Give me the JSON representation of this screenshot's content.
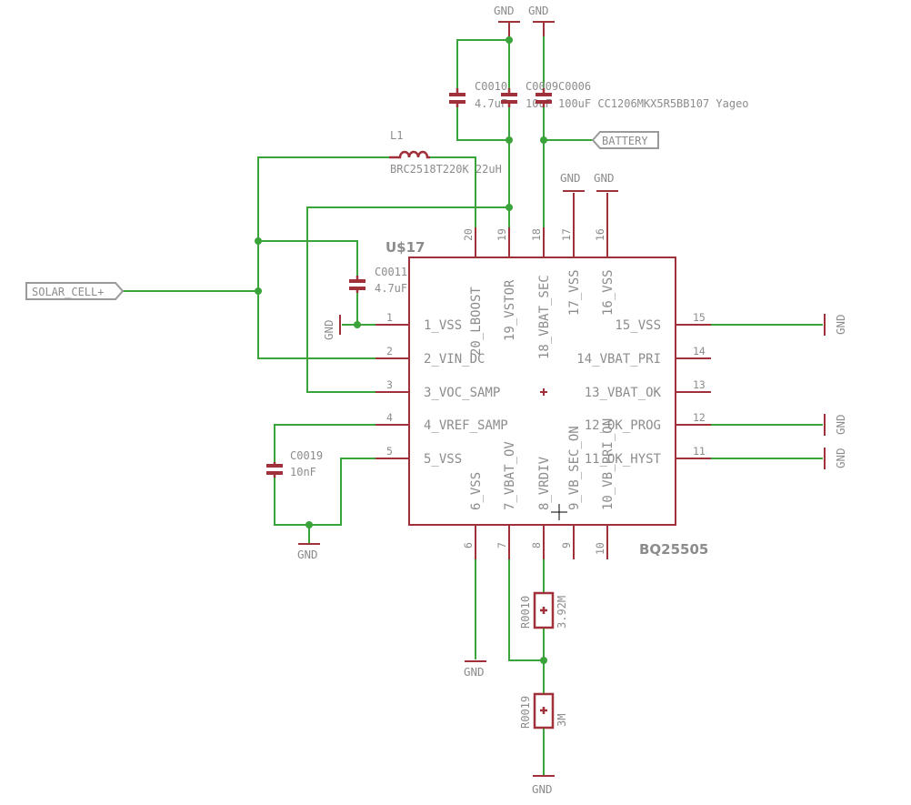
{
  "ic": {
    "refdes": "U$17",
    "part": "BQ25505",
    "pins_left": [
      "1_VSS",
      "2_VIN_DC",
      "3_VOC_SAMP",
      "4_VREF_SAMP",
      "5_VSS"
    ],
    "pins_right": [
      "15_VSS",
      "14_VBAT_PRI",
      "13_VBAT_OK",
      "12_OK_PROG",
      "11_OK_HYST"
    ],
    "pins_top": [
      "20_LBOOST",
      "19_VSTOR",
      "18_VBAT_SEC",
      "17_VSS",
      "16_VSS"
    ],
    "pins_bottom": [
      "6_VSS",
      "7_VBAT_OV",
      "8_VRDIV",
      "9_VB_SEC_ON",
      "10_VB_PRI_ON"
    ],
    "pin_numbers_left": [
      "1",
      "2",
      "3",
      "4",
      "5"
    ],
    "pin_numbers_right": [
      "15",
      "14",
      "13",
      "12",
      "11"
    ],
    "pin_numbers_top": [
      "20",
      "19",
      "18",
      "17",
      "16"
    ],
    "pin_numbers_bottom": [
      "6",
      "7",
      "8",
      "9",
      "10"
    ]
  },
  "components": {
    "c0010": {
      "name": "C0010",
      "value": "4.7uF"
    },
    "c0009": {
      "name": "C0009",
      "value": "10uF"
    },
    "c0006": {
      "name": "C0006",
      "value": "100uF CC1206MKX5R5BB107 Yageo"
    },
    "c0011": {
      "name": "C0011",
      "value": "4.7uF"
    },
    "c0019": {
      "name": "C0019",
      "value": "10nF"
    },
    "l1": {
      "name": "L1",
      "value": "BRC2518T220K 22uH"
    },
    "r0010": {
      "name": "R0010",
      "value": "3.92M"
    },
    "r0019": {
      "name": "R0019",
      "value": "3M"
    }
  },
  "ports": {
    "battery": "BATTERY",
    "solar": "SOLAR_CELL+"
  },
  "ground_label": "GND",
  "colors": {
    "wire": "#3aa33a",
    "part": "#a0303a",
    "text": "#8c8c8c",
    "background": "#ffffff"
  }
}
